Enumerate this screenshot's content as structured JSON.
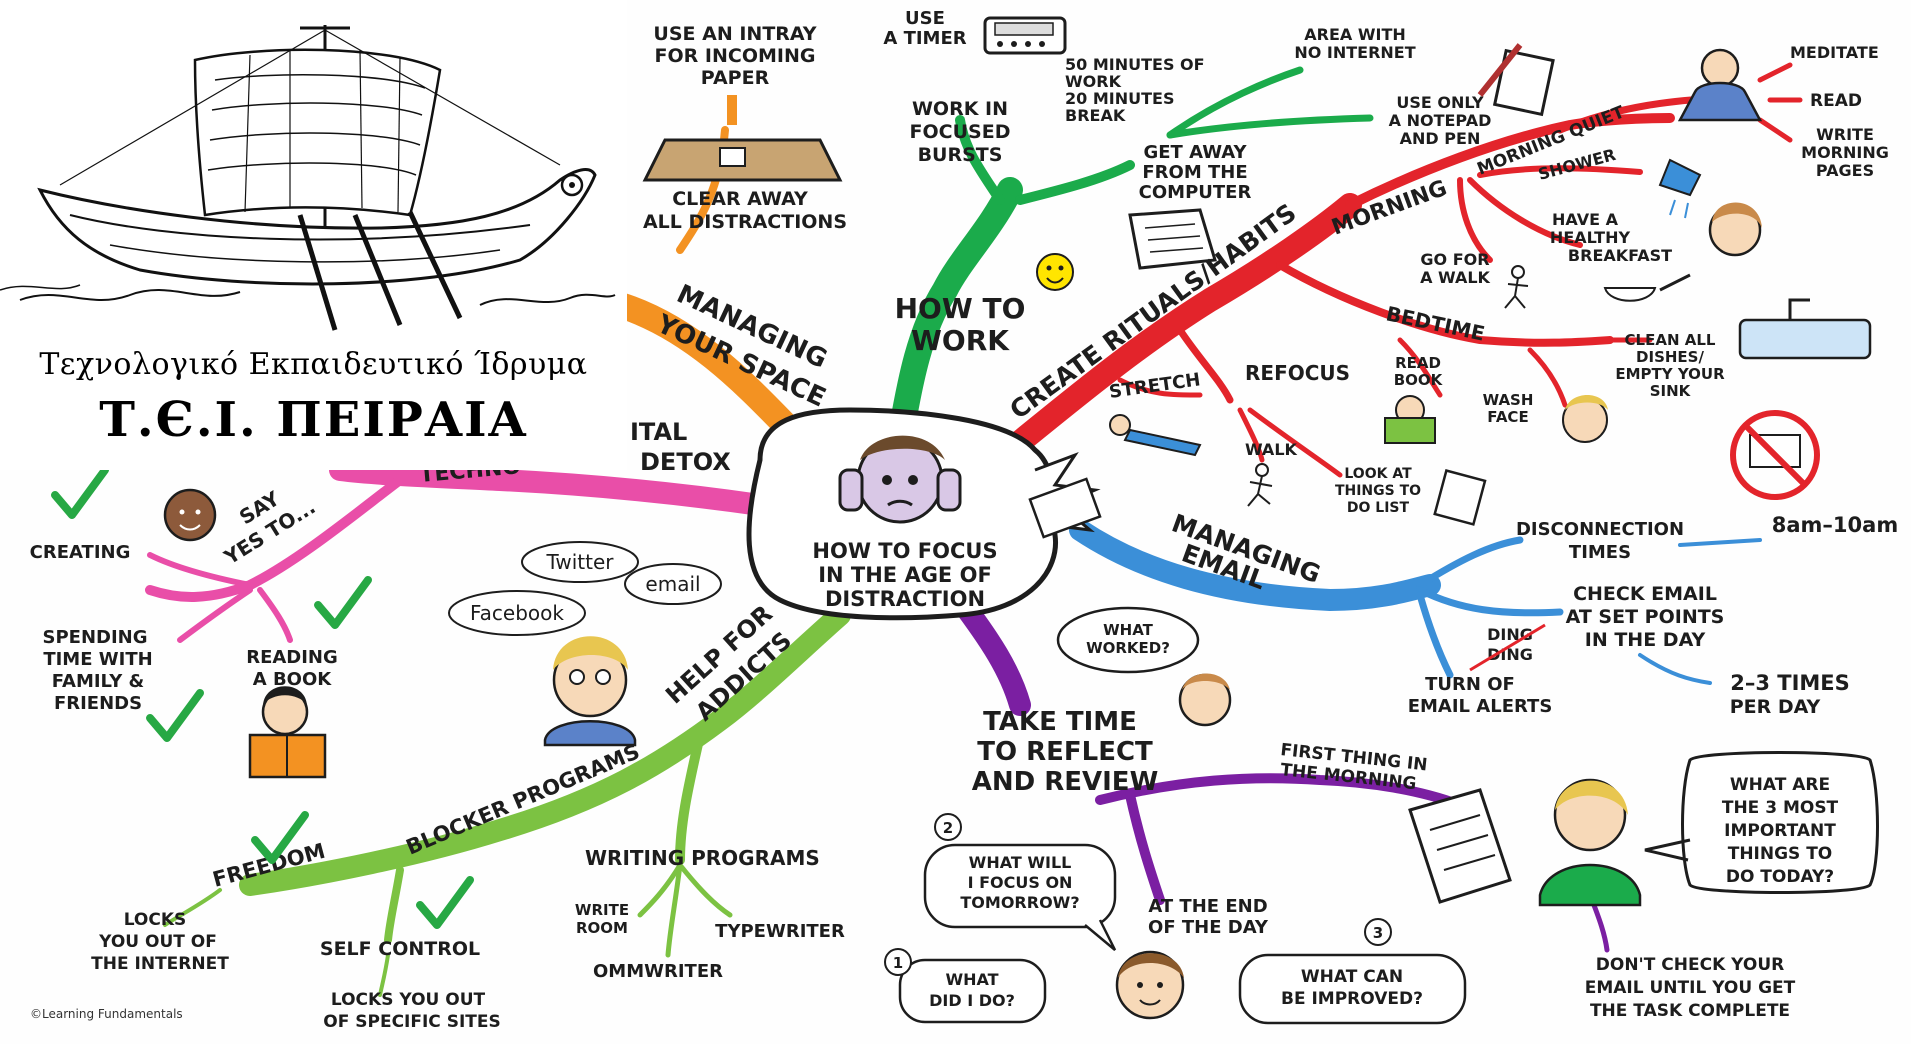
{
  "logo": {
    "line1": "Τεχνολογικό Εκπαιδευτικό Ίδρυμα",
    "line2": "Τ.Є.Ι. ΠΕΙΡΑΙΑ"
  },
  "credit": "©Learning Fundamentals",
  "center": [
    "HOW TO FOCUS",
    "IN THE AGE OF",
    "DISTRACTION"
  ],
  "colors": {
    "orange": "#f39222",
    "green_dark": "#1bab4b",
    "red": "#e3242b",
    "blue": "#3b8fd8",
    "purple": "#7b1fa2",
    "light_green": "#7cc242",
    "pink": "#e94ea8",
    "check": "#27a844"
  },
  "branches": {
    "space": [
      "MANAGING",
      "YOUR SPACE"
    ],
    "work": [
      "HOW TO",
      "WORK"
    ],
    "rituals": "CREATE RITUALS/HABITS",
    "email": [
      "MANAGING",
      "EMAIL"
    ],
    "reflect": [
      "TAKE TIME",
      "TO REFLECT",
      "AND REVIEW"
    ],
    "addicts": [
      "HELP FOR",
      "ADDICTS"
    ],
    "detox": [
      "ITAL",
      "DETOX"
    ],
    "techno": "TECHNO"
  },
  "space_items": {
    "intray": [
      "USE AN INTRAY",
      "FOR INCOMING",
      "PAPER"
    ],
    "clear": [
      "CLEAR AWAY",
      "ALL DISTRACTIONS"
    ]
  },
  "work_items": {
    "timer": [
      "USE",
      "A TIMER"
    ],
    "bursts": [
      "WORK IN",
      "FOCUSED",
      "BURSTS"
    ],
    "minutes": [
      "50 MINUTES OF",
      "WORK",
      "20 MINUTES",
      "BREAK"
    ],
    "getaway": [
      "GET AWAY",
      "FROM THE",
      "COMPUTER"
    ],
    "nointernet": [
      "AREA WITH",
      "NO INTERNET"
    ],
    "notepad": [
      "USE ONLY",
      "A NOTEPAD",
      "AND PEN"
    ]
  },
  "ritual_items": {
    "morning": "MORNING",
    "morning_quiet": "MORNING QUIET",
    "meditate": "MEDITATE",
    "read": "READ",
    "write_pages": [
      "WRITE",
      "MORNING",
      "PAGES"
    ],
    "shower": "SHOWER",
    "breakfast": [
      "HAVE A",
      "HEALTHY",
      "BREAKFAST"
    ],
    "walk_go": [
      "GO FOR",
      "A WALK"
    ],
    "bedtime": "BEDTIME",
    "clean": [
      "CLEAN ALL",
      "DISHES/",
      "EMPTY YOUR",
      "SINK"
    ],
    "read_book": [
      "READ",
      "BOOK"
    ],
    "wash_face": [
      "WASH",
      "FACE"
    ],
    "stretch": "STRETCH",
    "refocus": "REFOCUS",
    "walk": "WALK",
    "todo": [
      "LOOK AT",
      "THINGS TO",
      "DO LIST"
    ]
  },
  "email_items": {
    "disconnection": [
      "DISCONNECTION",
      "TIMES"
    ],
    "hours": "8am–10am",
    "check": [
      "CHECK EMAIL",
      "AT SET POINTS",
      "IN THE DAY"
    ],
    "ding": [
      "DING",
      "DING"
    ],
    "alerts": [
      "TURN OF",
      "EMAIL ALERTS"
    ],
    "per_day": [
      "2–3 TIMES",
      "PER DAY"
    ]
  },
  "reflect_items": {
    "what_worked": [
      "WHAT",
      "WORKED?"
    ],
    "first_thing": [
      "FIRST THING IN",
      "THE MORNING"
    ],
    "three_things": [
      "WHAT ARE",
      "THE 3 MOST",
      "IMPORTANT",
      "THINGS TO",
      "DO TODAY?"
    ],
    "dont_check": [
      "DON'T CHECK YOUR",
      "EMAIL UNTIL YOU GET",
      "THE TASK COMPLETE"
    ],
    "end_of_day": [
      "AT THE END",
      "OF THE DAY"
    ],
    "focus_tomorrow": [
      "WHAT WILL",
      "I FOCUS ON",
      "TOMORROW?"
    ],
    "what_did": [
      "WHAT",
      "DID I DO?"
    ],
    "improved": [
      "WHAT CAN",
      "BE IMPROVED?"
    ],
    "num1": "1",
    "num2": "2",
    "num3": "3"
  },
  "addict_items": {
    "twitter": "Twitter",
    "email": "email",
    "facebook": "Facebook",
    "blocker": "BLOCKER PROGRAMS",
    "writing": "WRITING PROGRAMS",
    "write_room": [
      "WRITE",
      "ROOM"
    ],
    "typewriter": "TYPEWRITER",
    "ommwriter": "OMMWRITER",
    "freedom": "FREEDOM",
    "locks_internet": [
      "LOCKS",
      "YOU OUT OF",
      "THE INTERNET"
    ],
    "self_control": "SELF CONTROL",
    "locks_sites": [
      "LOCKS YOU OUT",
      "OF SPECIFIC SITES"
    ]
  },
  "detox_items": {
    "say_yes": [
      "SAY",
      "YES TO..."
    ],
    "creating": "CREATING",
    "spending": [
      "SPENDING",
      "TIME WITH",
      "FAMILY &",
      "FRIENDS"
    ],
    "reading": [
      "READING",
      "A BOOK"
    ]
  }
}
